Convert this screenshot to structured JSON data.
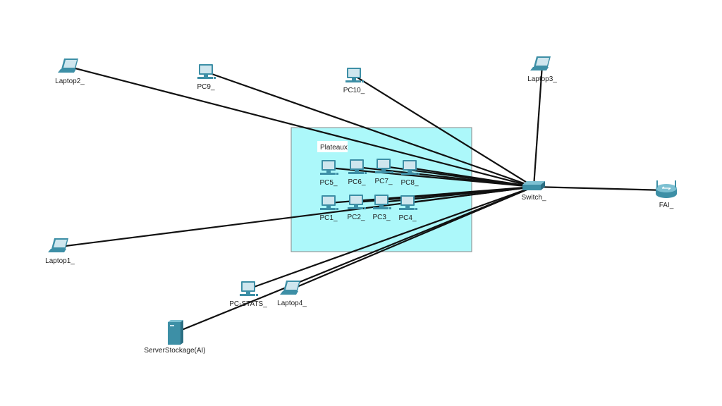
{
  "diagram": {
    "cluster": {
      "label": "Plateaux",
      "fill": "#acf8fa"
    },
    "nodes": [
      {
        "id": "laptop2",
        "label": "Laptop2_",
        "type": "laptop"
      },
      {
        "id": "pc9",
        "label": "PC9_",
        "type": "pc"
      },
      {
        "id": "pc10",
        "label": "PC10_",
        "type": "pc"
      },
      {
        "id": "laptop3",
        "label": "Laptop3_",
        "type": "laptop"
      },
      {
        "id": "switch",
        "label": "Switch_",
        "type": "switch"
      },
      {
        "id": "fai",
        "label": "FAI_",
        "type": "router"
      },
      {
        "id": "laptop1",
        "label": "Laptop1_",
        "type": "laptop"
      },
      {
        "id": "pcstats",
        "label": "PC-STATS_",
        "type": "pc"
      },
      {
        "id": "laptop4",
        "label": "Laptop4_",
        "type": "laptop"
      },
      {
        "id": "server",
        "label": "ServerStockage(AI)",
        "type": "server"
      },
      {
        "id": "pc5",
        "label": "PC5_",
        "type": "pc"
      },
      {
        "id": "pc6",
        "label": "PC6_",
        "type": "pc"
      },
      {
        "id": "pc7",
        "label": "PC7_",
        "type": "pc"
      },
      {
        "id": "pc8",
        "label": "PC8_",
        "type": "pc"
      },
      {
        "id": "pc1",
        "label": "PC1_",
        "type": "pc"
      },
      {
        "id": "pc2",
        "label": "PC2_",
        "type": "pc"
      },
      {
        "id": "pc3",
        "label": "PC3_",
        "type": "pc"
      },
      {
        "id": "pc4",
        "label": "PC4_",
        "type": "pc"
      }
    ],
    "links": [
      [
        "laptop2",
        "switch"
      ],
      [
        "pc9",
        "switch"
      ],
      [
        "pc10",
        "switch"
      ],
      [
        "laptop3",
        "switch"
      ],
      [
        "switch",
        "fai"
      ],
      [
        "laptop1",
        "switch"
      ],
      [
        "pcstats",
        "switch"
      ],
      [
        "laptop4",
        "switch"
      ],
      [
        "server",
        "switch"
      ],
      [
        "pc5",
        "switch"
      ],
      [
        "pc6",
        "switch"
      ],
      [
        "pc7",
        "switch"
      ],
      [
        "pc8",
        "switch"
      ],
      [
        "pc1",
        "switch"
      ],
      [
        "pc2",
        "switch"
      ],
      [
        "pc3",
        "switch"
      ],
      [
        "pc4",
        "switch"
      ]
    ],
    "colors": {
      "device": "#3d8fa6",
      "device_light": "#cfe6ee",
      "link": "#111111"
    }
  }
}
